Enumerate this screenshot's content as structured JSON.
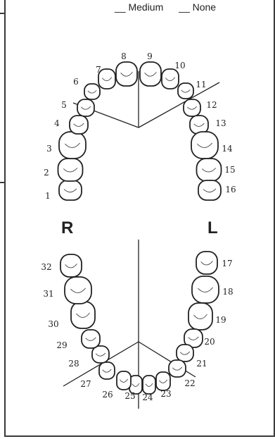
{
  "legend": {
    "medium": "__ Medium",
    "none": "__ None"
  },
  "sides": {
    "right": "R",
    "left": "L"
  },
  "teeth": [
    {
      "n": "1"
    },
    {
      "n": "2"
    },
    {
      "n": "3"
    },
    {
      "n": "4"
    },
    {
      "n": "5"
    },
    {
      "n": "6"
    },
    {
      "n": "7"
    },
    {
      "n": "8"
    },
    {
      "n": "9"
    },
    {
      "n": "10"
    },
    {
      "n": "11"
    },
    {
      "n": "12"
    },
    {
      "n": "13"
    },
    {
      "n": "14"
    },
    {
      "n": "15"
    },
    {
      "n": "16"
    },
    {
      "n": "17"
    },
    {
      "n": "18"
    },
    {
      "n": "19"
    },
    {
      "n": "20"
    },
    {
      "n": "21"
    },
    {
      "n": "22"
    },
    {
      "n": "23"
    },
    {
      "n": "24"
    },
    {
      "n": "25"
    },
    {
      "n": "26"
    },
    {
      "n": "27"
    },
    {
      "n": "28"
    },
    {
      "n": "29"
    },
    {
      "n": "30"
    },
    {
      "n": "31"
    },
    {
      "n": "32"
    }
  ]
}
